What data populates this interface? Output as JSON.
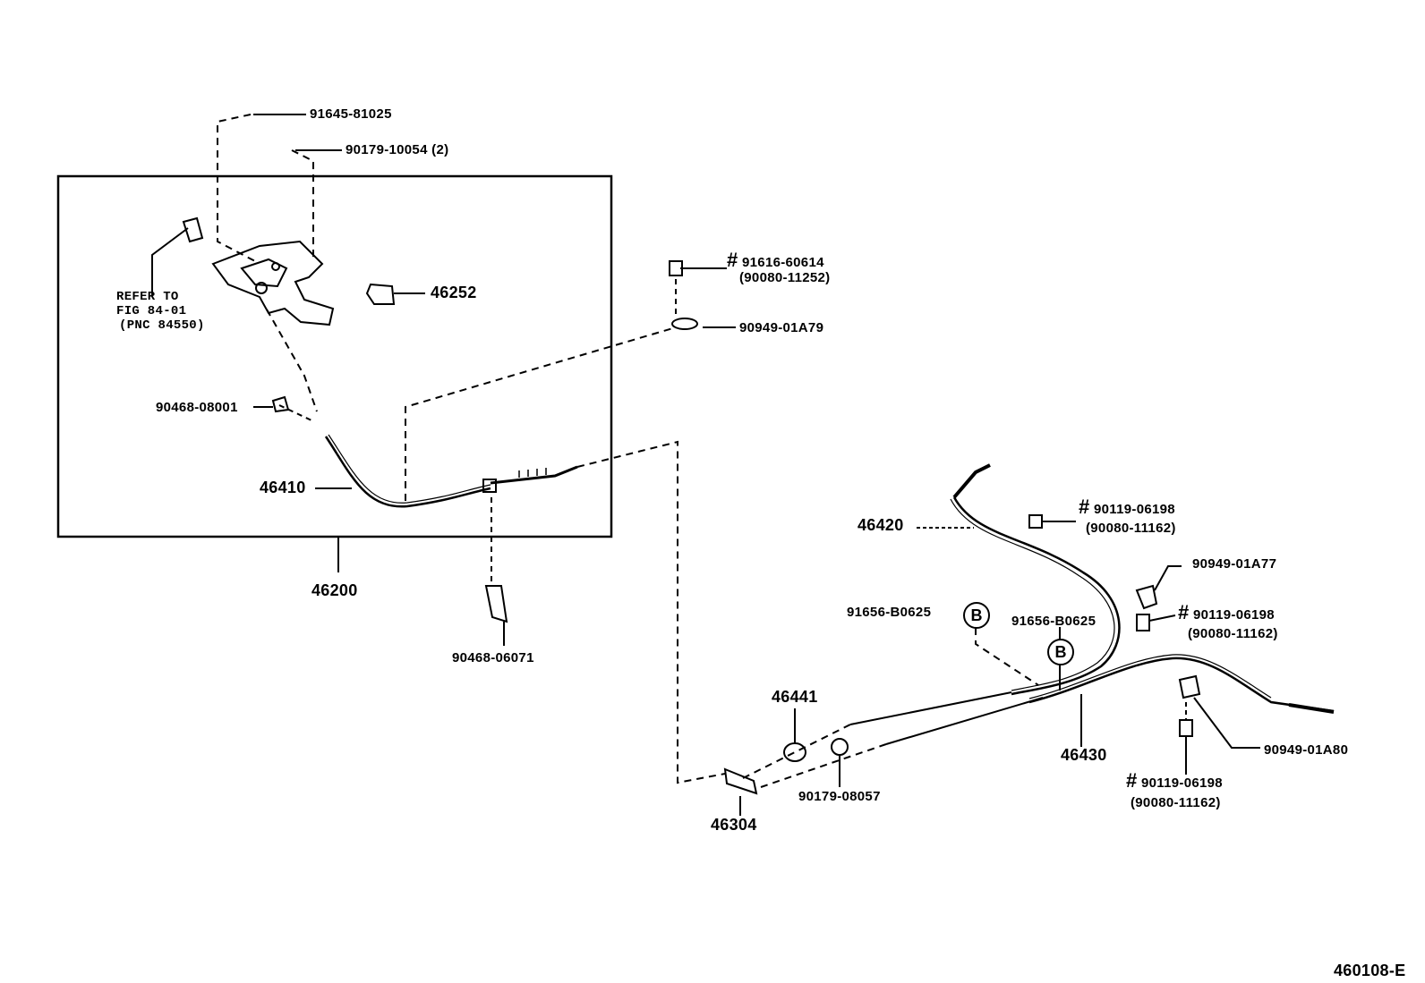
{
  "diagram_id": "460108-E",
  "parts": {
    "p91645": "91645-81025",
    "p90179a": "90179-10054 (2)",
    "refer_line1": "REFER TO",
    "refer_line2": "FIG 84-01",
    "refer_line3": "(PNC 84550)",
    "p46252": "46252",
    "p91616": "91616-60614",
    "p90080a": "(90080-11252)",
    "p90949a79": "90949-01A79",
    "p90468_08001": "90468-08001",
    "p46410": "46410",
    "p46200": "46200",
    "p90468_06071": "90468-06071",
    "p46420": "46420",
    "p90119a": "90119-06198",
    "p90080b": "(90080-11162)",
    "p90949a77": "90949-01A77",
    "p90119b": "90119-06198",
    "p90080c": "(90080-11162)",
    "p91656a": "91656-B0625",
    "p91656b": "91656-B0625",
    "callout_a": "B",
    "callout_b": "B",
    "p46441": "46441",
    "p46430": "46430",
    "p90949a80": "90949-01A80",
    "p90179b": "90179-08057",
    "p46304": "46304",
    "p90119c": "90119-06198",
    "p90080d": "(90080-11162)",
    "hash": "#"
  }
}
